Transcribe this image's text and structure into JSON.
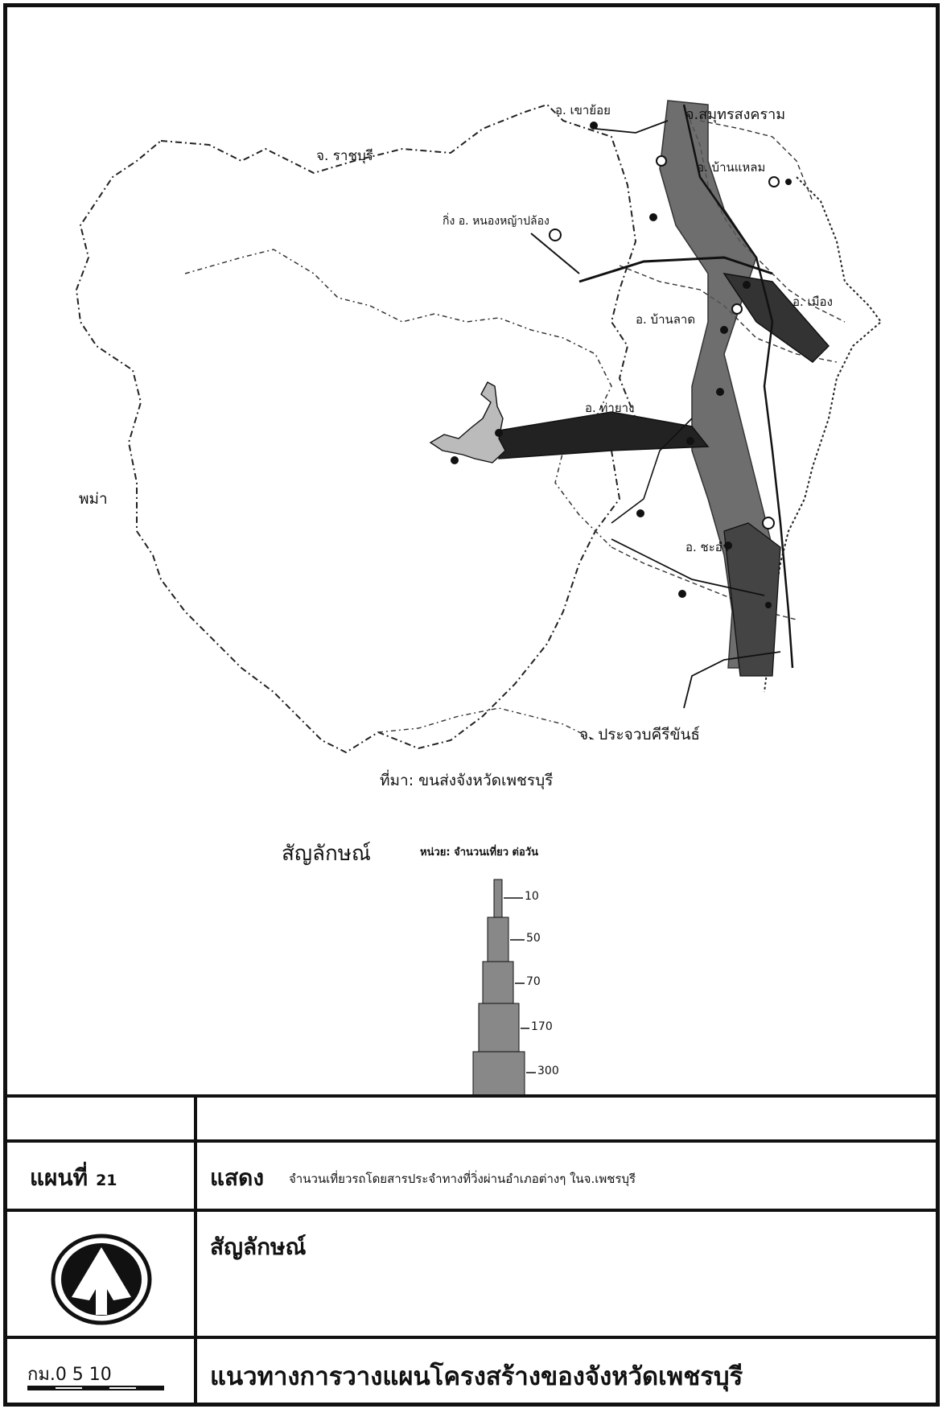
{
  "map": {
    "labels": {
      "ratchaburi": "จ. ราชบุรี",
      "samut_songkhram": "จ.สมุทรสงคราม",
      "khao_yoi": "อ. เขาย้อย",
      "ban_laem": "อ. บ้านแหลม",
      "nong_ya_plong": "กิ่ง อ. หนองหญ้าปล้อง",
      "mueang": "อ. เมือง",
      "ban_lat": "อ. บ้านลาด",
      "tha_yang": "อ. ท่ายาง",
      "burma": "พม่า",
      "cha_am": "อ. ชะอำ",
      "prachuap": "จ. ประจวบคีรีขันธ์"
    },
    "source": "ที่มา: ขนส่งจังหวัดเพชรบุรี"
  },
  "legend": {
    "title": "สัญลักษณ์",
    "unit": "หน่วย: จำนวนเที่ยว ต่อวัน",
    "levels": [
      "10",
      "50",
      "70",
      "170",
      "300"
    ]
  },
  "title_block": {
    "map_label": "แผนที่",
    "map_number": "21",
    "show_label": "แสดง",
    "description": "จำนวนเที่ยวรถโดยสารประจำทางที่วิ่งผ่านอำเภอต่างๆ ในจ.เพชรบุรี",
    "legend_label": "สัญลักษณ์",
    "scale_text": "กม.0   5   10",
    "plan_title": "แนวทางการวางแผนโครงสร้างของจังหวัดเพชรบุรี"
  },
  "icons": {
    "north_arrow": "north-arrow-icon"
  }
}
